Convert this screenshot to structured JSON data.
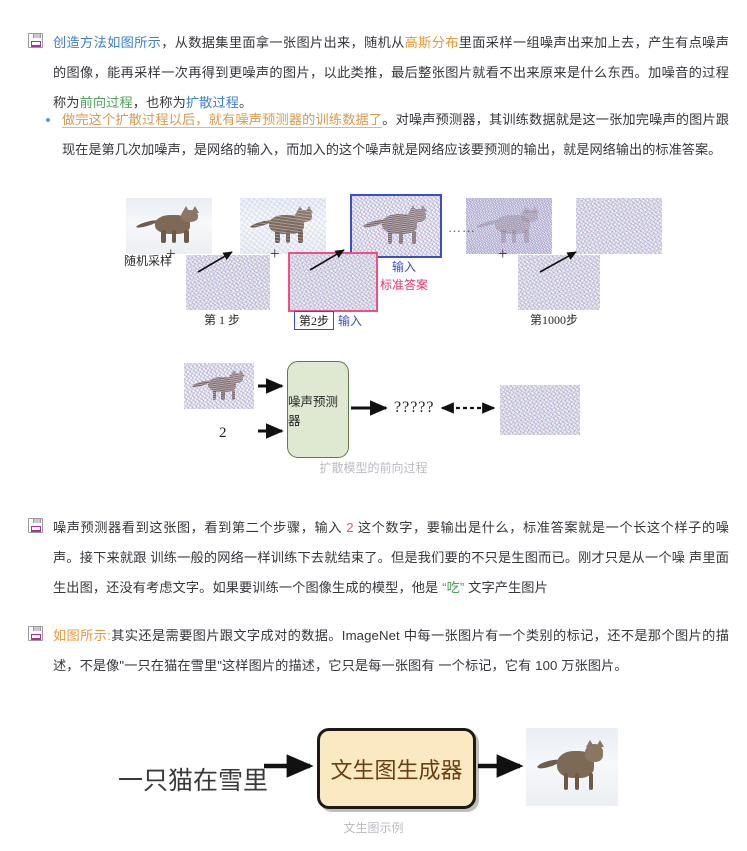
{
  "paragraph1": {
    "icon": "floppy-disk-icon",
    "segments": [
      {
        "text": "创造方法如图所示",
        "color": "#3e7fd0"
      },
      {
        "text": "，从数据集里面拿一张图片出来，随机从",
        "color": "#35373c"
      },
      {
        "text": "高斯分布",
        "color": "#e8983c"
      },
      {
        "text": "里面采样一组噪声出来加上去，产生有点噪声的图像，能再采样一次再得到更噪声的图片，以此类推，最后整张图片就看不出来原来是什么东西。加噪音的过程称为",
        "color": "#35373c"
      },
      {
        "text": "前向过程",
        "color": "#4fa158"
      },
      {
        "text": "，也称为",
        "color": "#35373c"
      },
      {
        "text": "扩散过程",
        "color": "#3e7fd0"
      },
      {
        "text": "。",
        "color": "#35373c"
      }
    ]
  },
  "bullet": {
    "marker": "•",
    "segments": [
      {
        "text": "做完这个扩散过程以后，就有噪声预测器的训练数据了",
        "color": "#d99a52",
        "underline": true
      },
      {
        "text": "。对噪声预测器，其训练数据就是这一张加完噪声的图片跟现在是第几次加噪声，是网络的输入，而加入的这个噪声就是网络应该要预测的输出，就是网络输出的标准答案。",
        "color": "#35373c",
        "underline": false
      }
    ]
  },
  "figure1": {
    "name": "forward-diffusion-steps-figure",
    "labels": {
      "random_sample": "随机采样",
      "plus": "+",
      "step1": "第 1 步",
      "step2": "第2步",
      "step1000": "第1000步",
      "input_blue_top": "输入",
      "input_blue_bottom": "输入",
      "ground_truth": "标准答案",
      "ellipsis": "……"
    },
    "colors": {
      "input_box_border": "#3b4fc4",
      "ground_truth_box_border": "#ef4f83",
      "ground_truth_text": "#e03a6d",
      "input_text": "#3b4fc4"
    },
    "images": [
      {
        "name": "clean-cat-image",
        "noise": "none"
      },
      {
        "name": "lightly-noised-cat-image",
        "noise": "light"
      },
      {
        "name": "noise-sample-step1",
        "noise": "full"
      },
      {
        "name": "noised-cat-image-step2",
        "noise": "medium"
      },
      {
        "name": "noise-sample-step2",
        "noise": "full"
      },
      {
        "name": "heavily-noised-cat-image",
        "noise": "heavy"
      },
      {
        "name": "noise-sample-step1000",
        "noise": "full"
      },
      {
        "name": "pure-noise-image",
        "noise": "full"
      }
    ]
  },
  "figure2": {
    "name": "noise-predictor-figure",
    "box_label": "噪声预测器",
    "input_number": "2",
    "output_label": "?????",
    "caption": "扩散模型的前向过程",
    "box_fill": "#dfe9d2",
    "box_border": "#5e7a4b"
  },
  "paragraph2": {
    "icon": "floppy-disk-icon",
    "segments": [
      {
        "text": "噪声预测器看到这张图，看到第二个步骤，输入 ",
        "color": "#35373c"
      },
      {
        "text": "2",
        "color": "#e0508c"
      },
      {
        "text": " 这个数字，要输出是什么，标准答案就是一个长这个样子的噪声。接下来就跟 训练一般的网络一样训练下去就结束了。但是我们要的不只是生图而已。刚才只是从一个噪 声里面生出图，还没有考虑文字。如果要训练一个图像生成的模型，他是 ",
        "color": "#35373c"
      },
      {
        "text": "“吃”",
        "color": "#4fa158"
      },
      {
        "text": " 文字产生图片",
        "color": "#35373c"
      }
    ]
  },
  "paragraph3": {
    "icon": "floppy-disk-icon",
    "segments": [
      {
        "text": "如图所示:",
        "color": "#e8983c"
      },
      {
        "text": "其实还是需要图片跟文字成对的数据。ImageNet 中每一张图片有一个类别的标记，还不是那个图片的描述，不是像\"一只在猫在雪里\"这样图片的描述，它只是每一张图有 一个标记，它有 100 万张图片。",
        "color": "#35373c"
      }
    ]
  },
  "figure3": {
    "name": "text-to-image-figure",
    "prompt": "一只猫在雪里",
    "box_label": "文生图生成器",
    "caption": "文生图示例",
    "box_fill": "#fbe9c2",
    "box_border": "#1c1a16",
    "box_text_color": "#6b3f14",
    "output_image_name": "generated-cat-in-snow-image"
  }
}
